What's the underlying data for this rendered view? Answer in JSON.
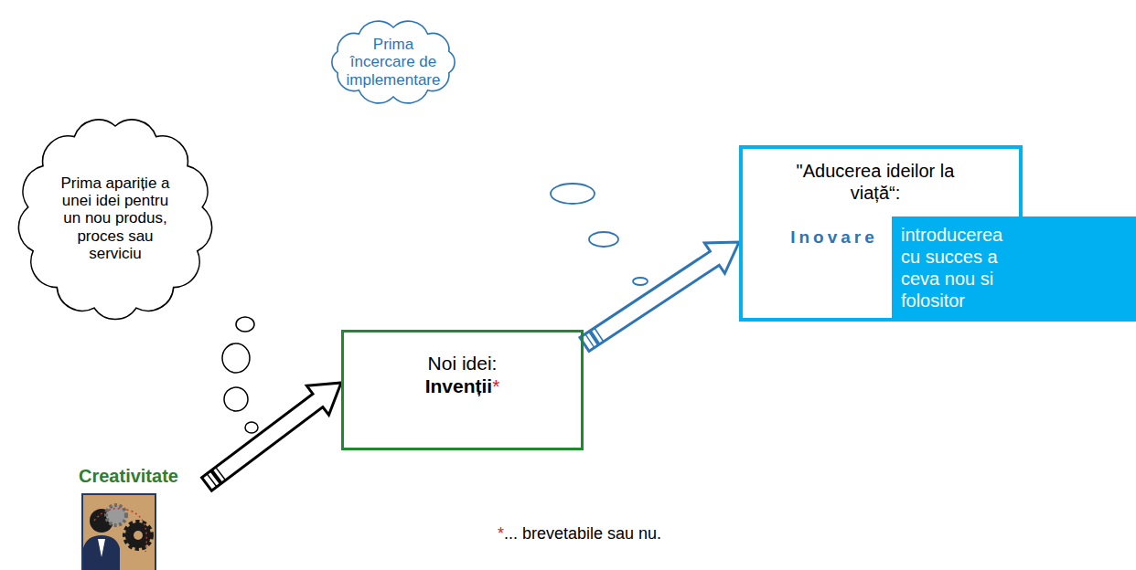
{
  "diagram": {
    "nodes": [
      {
        "text": [
          "Prima încercare de implementare"
        ]
      },
      {
        "text": [
          "Prima apariție a unei idei pentru un nou produs, proces sau serviciu"
        ]
      },
      {
        "text": [
          "\"Aducerea ideilor la viață“:",
          "Inovare"
        ]
      },
      {
        "text": [
          "introducerea cu succes a ceva nou si folositor"
        ]
      },
      {
        "text": [
          "Noi idei:",
          "Invenții",
          "*"
        ]
      },
      {
        "text": [
          "Creativitate"
        ]
      }
    ],
    "edges": [
      {
        "from": 5,
        "to": 4,
        "arrow": "to"
      },
      {
        "from": 4,
        "to": 2,
        "arrow": "to"
      }
    ],
    "labels": [
      "*",
      "... brevetabile sau nu."
    ]
  }
}
